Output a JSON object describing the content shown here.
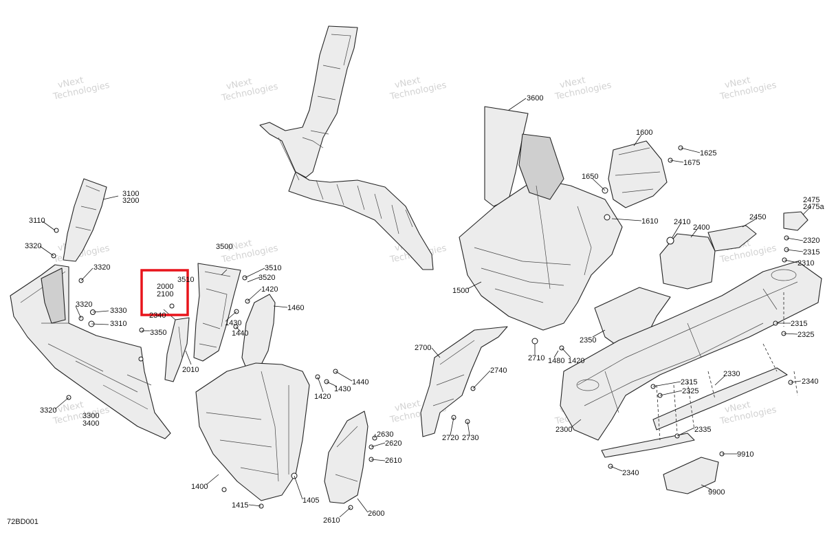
{
  "diagram_code": "72BD001",
  "watermark": {
    "line1": "vNext",
    "line2": "Technologies"
  },
  "highlight_color": "#e8141b",
  "highlighted_labels": [
    "2000",
    "2100"
  ],
  "callouts": {
    "c3100": "3100",
    "c3200": "3200",
    "c3110": "3110",
    "c3320a": "3320",
    "c3320b": "3320",
    "c3320c": "3320",
    "c3320d": "3320",
    "c3330": "3330",
    "c3310": "3310",
    "c3350": "3350",
    "c3300": "3300",
    "c3400": "3400",
    "c2000": "2000",
    "c2100": "2100",
    "c2340a": "2340",
    "c3510a": "3510",
    "c3500": "3500",
    "c3510b": "3510",
    "c3520": "3520",
    "c2010": "2010",
    "c1420a": "1420",
    "c1430a": "1430",
    "c1440a": "1440",
    "c1460": "1460",
    "c1420b": "1420",
    "c1430b": "1430",
    "c1440b": "1440",
    "c1400": "1400",
    "c1415": "1415",
    "c1405": "1405",
    "c2630": "2630",
    "c2620": "2620",
    "c2610a": "2610",
    "c2610b": "2610",
    "c2600": "2600",
    "c2700": "2700",
    "c2740": "2740",
    "c2720": "2720",
    "c2730": "2730",
    "c3600": "3600",
    "c1500": "1500",
    "c1600": "1600",
    "c1625": "1625",
    "c1675": "1675",
    "c1650": "1650",
    "c1610": "1610",
    "c2710": "2710",
    "c1480": "1480",
    "c1420c": "1420",
    "c2410": "2410",
    "c2400": "2400",
    "c2450": "2450",
    "c2475": "2475",
    "c2475a": "2475a",
    "c2320": "2320",
    "c2315a": "2315",
    "c2310": "2310",
    "c2315b": "2315",
    "c2325a": "2325",
    "c2350": "2350",
    "c2315c": "2315",
    "c2325b": "2325",
    "c2330": "2330",
    "c2340b": "2340",
    "c2300": "2300",
    "c2335": "2335",
    "c2340c": "2340",
    "c9910": "9910",
    "c9900": "9900"
  }
}
